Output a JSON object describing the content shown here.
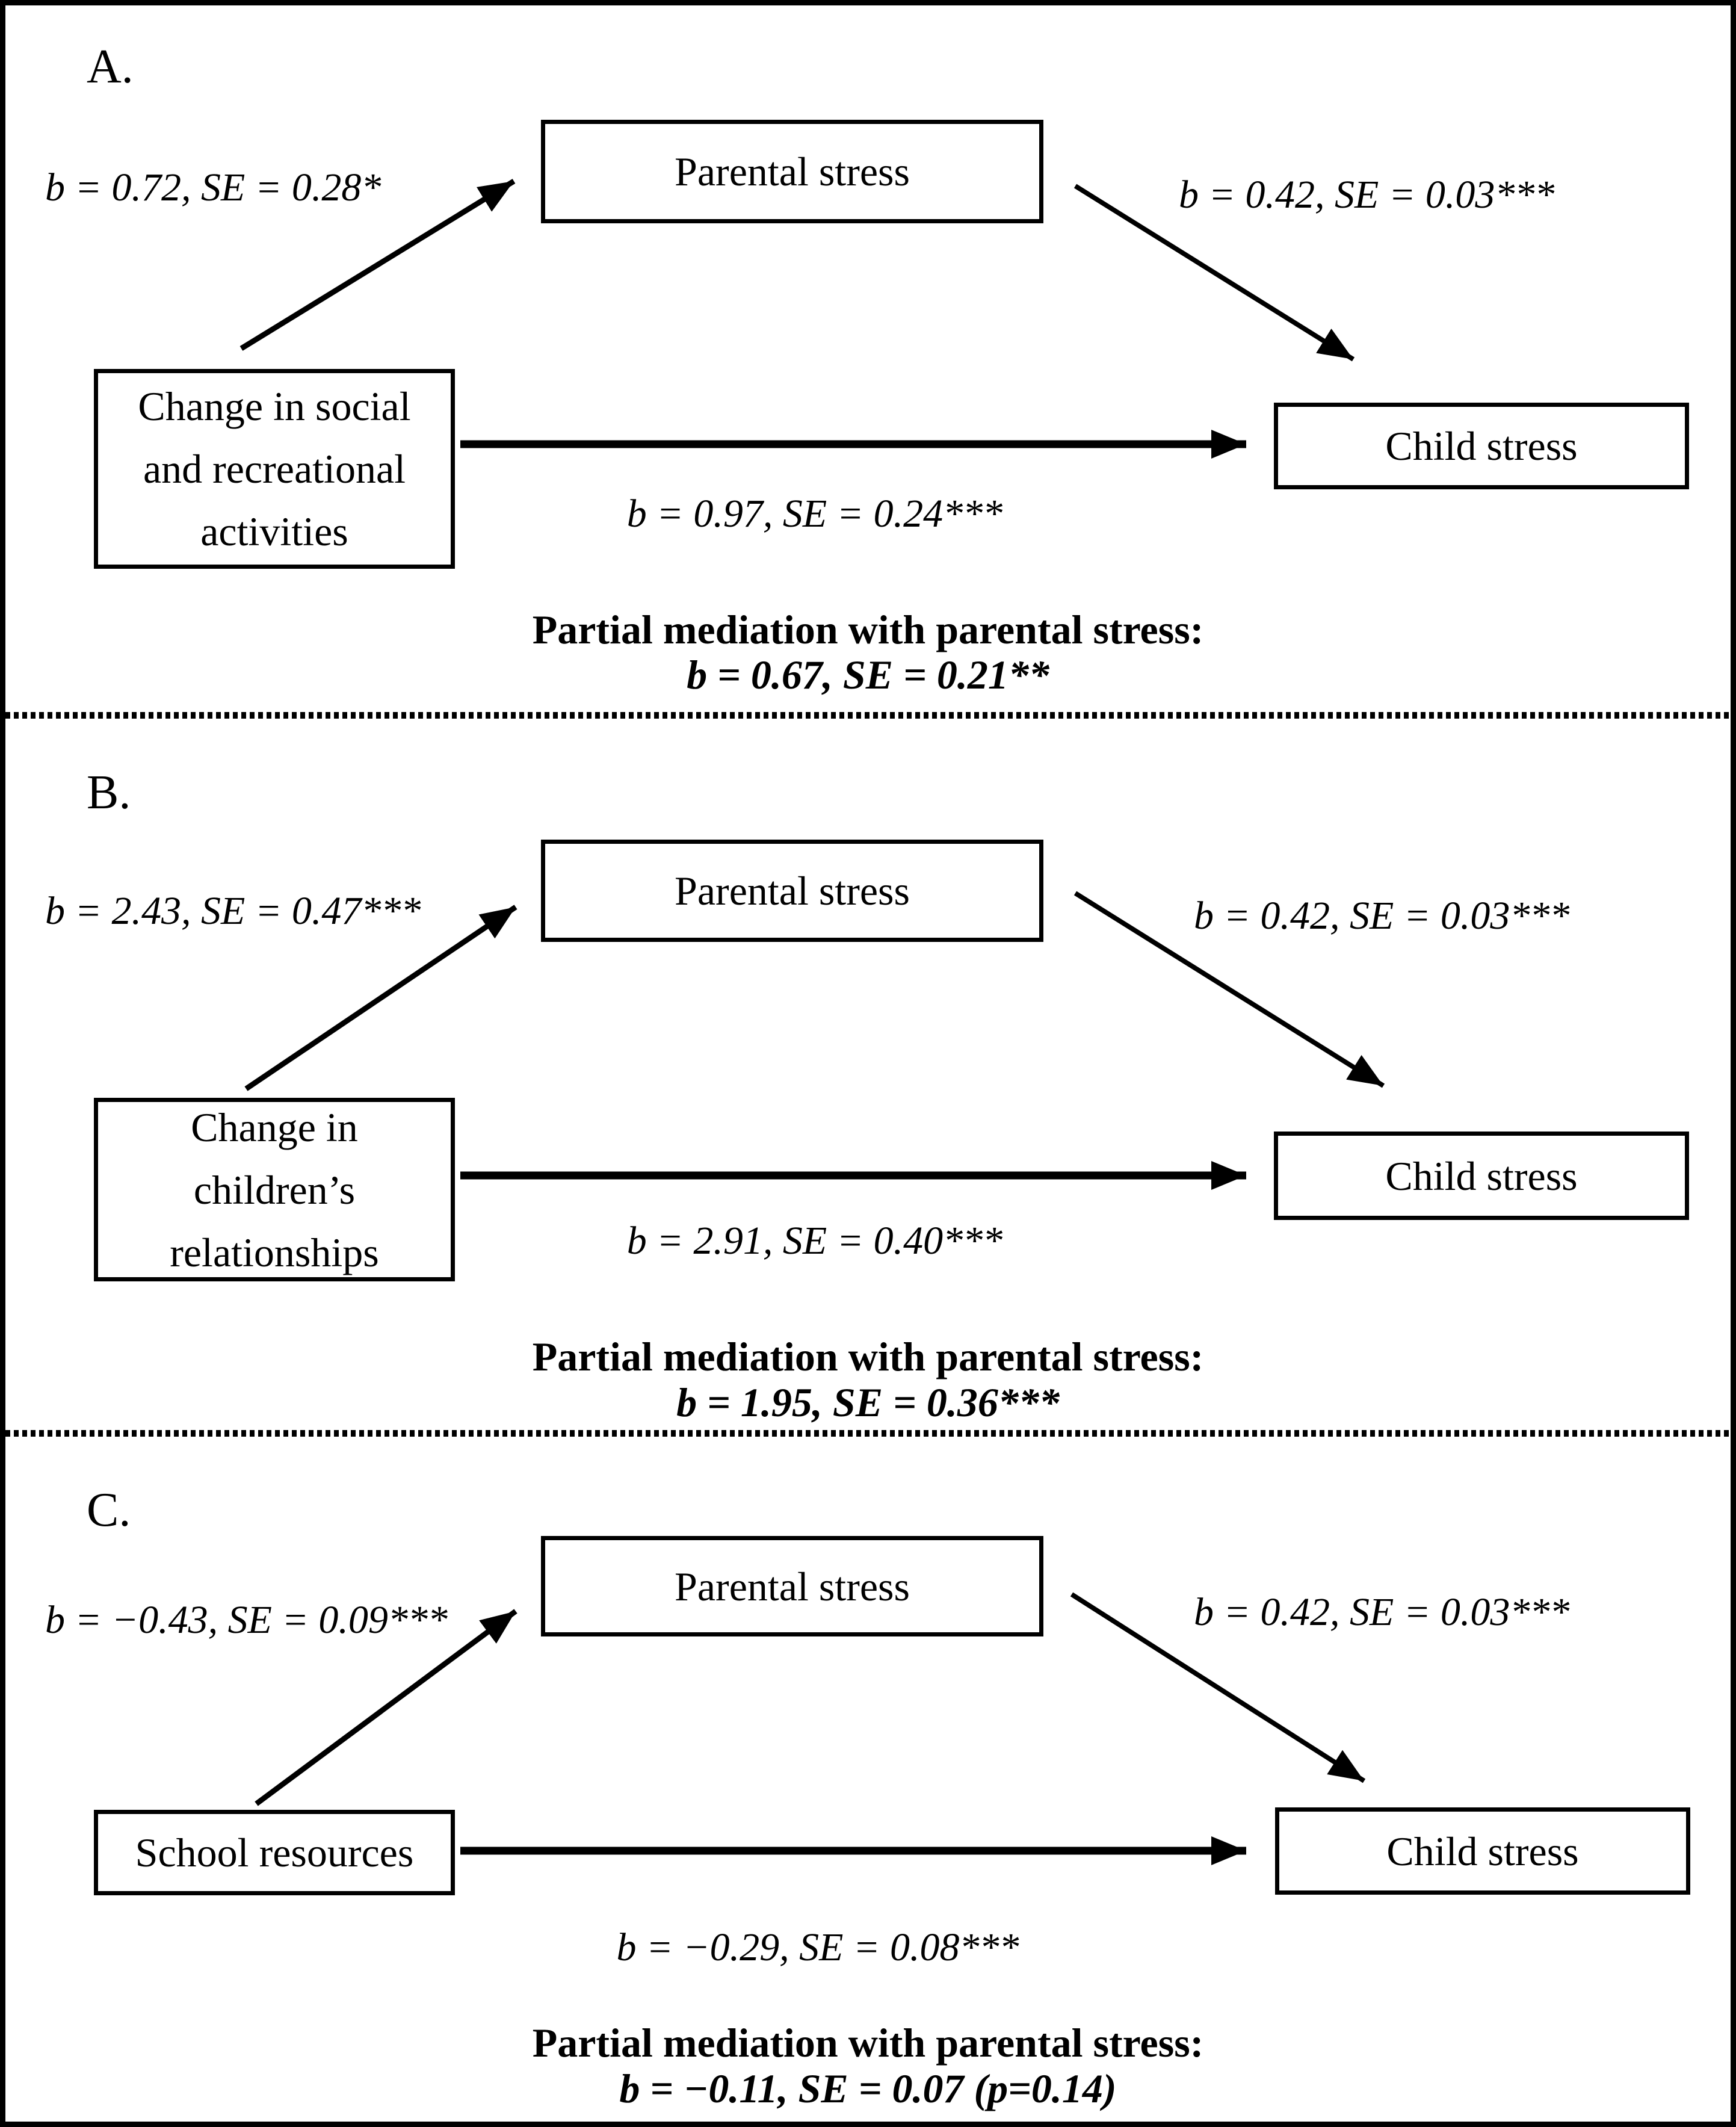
{
  "figure": {
    "background": "#ffffff",
    "line_color": "#000000",
    "panels": [
      {
        "label": "A.",
        "predictor_lines": [
          "Change in social",
          "and recreational",
          "activities"
        ],
        "mediator": "Parental stress",
        "outcome": "Child stress",
        "paths": {
          "a": "b = 0.72, SE = 0.28*",
          "b": "b = 0.42, SE = 0.03***",
          "direct": "b = 0.97, SE = 0.24***"
        },
        "mediation": {
          "title": "Partial mediation with parental stress:",
          "estimate": "b = 0.67, SE = 0.21**"
        }
      },
      {
        "label": "B.",
        "predictor_lines": [
          "Change in",
          "children’s",
          "relationships"
        ],
        "mediator": "Parental stress",
        "outcome": "Child stress",
        "paths": {
          "a": "b = 2.43, SE = 0.47***",
          "b": "b = 0.42, SE = 0.03***",
          "direct": "b = 2.91, SE = 0.40***"
        },
        "mediation": {
          "title": "Partial mediation with parental stress:",
          "estimate": "b = 1.95, SE = 0.36***"
        }
      },
      {
        "label": "C.",
        "predictor_lines": [
          "School resources"
        ],
        "mediator": "Parental stress",
        "outcome": "Child stress",
        "paths": {
          "a": "b = −0.43, SE = 0.09***",
          "b": "b = 0.42, SE = 0.03***",
          "direct": "b = −0.29, SE = 0.08***"
        },
        "mediation": {
          "title": "Partial mediation with parental stress:",
          "estimate": "b = −0.11, SE = 0.07 (p=0.14)"
        }
      }
    ]
  }
}
